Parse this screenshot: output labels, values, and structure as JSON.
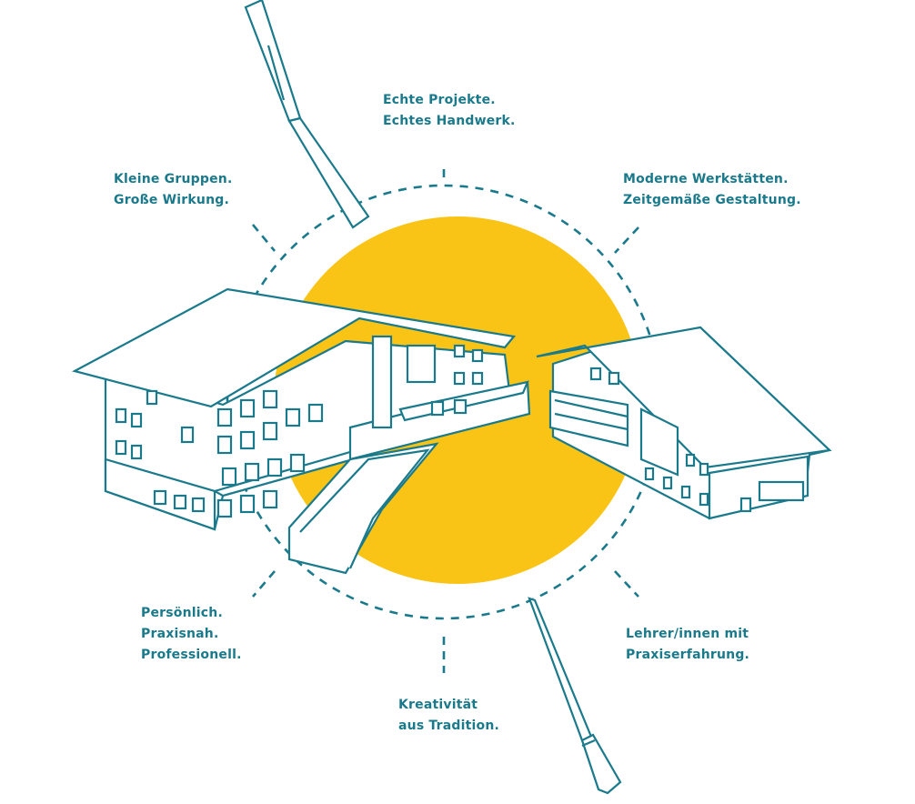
{
  "colors": {
    "teal": "#1a7a8c",
    "yellow": "#f9c416"
  },
  "labels": {
    "top": [
      "Echte Projekte.",
      "Echtes Handwerk."
    ],
    "top_left": [
      "Kleine Gruppen.",
      "Große Wirkung."
    ],
    "top_right": [
      "Moderne Werkstätten.",
      "Zeitgemäße Gestaltung."
    ],
    "bottom_left": [
      "Persönlich.",
      "Praxisnah.",
      "Professionell."
    ],
    "bottom_right": [
      "Lehrer/innen mit",
      "Praxiserfahrung."
    ],
    "bottom": [
      "Kreativität",
      "aus Tradition."
    ]
  }
}
